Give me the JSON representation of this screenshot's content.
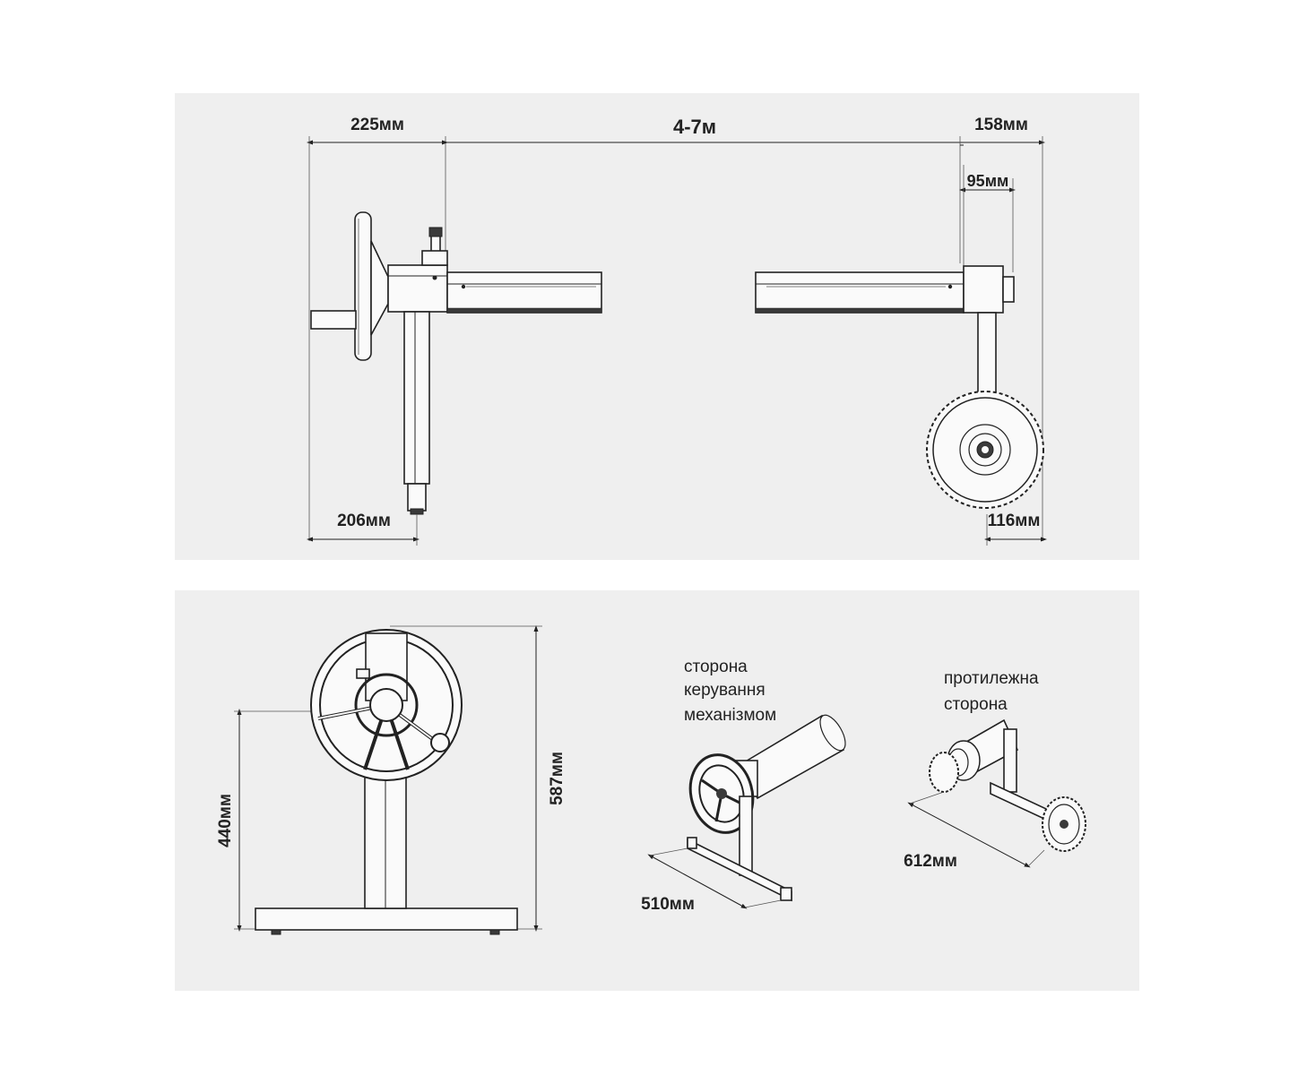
{
  "top_view": {
    "dim_left": "225мм",
    "dim_length": "4-7м",
    "dim_right": "158мм",
    "dim_right_inner": "95мм",
    "dim_leg": "206мм",
    "dim_wheel": "116мм"
  },
  "front_view": {
    "dim_axis_height": "440мм",
    "dim_total_height": "587мм"
  },
  "control_side": {
    "label_lines": [
      "сторона",
      "керування",
      "механізмом"
    ],
    "dim_base": "510мм"
  },
  "opposite_side": {
    "label_lines": [
      "протилежна",
      "сторона"
    ],
    "dim_base": "612мм"
  }
}
